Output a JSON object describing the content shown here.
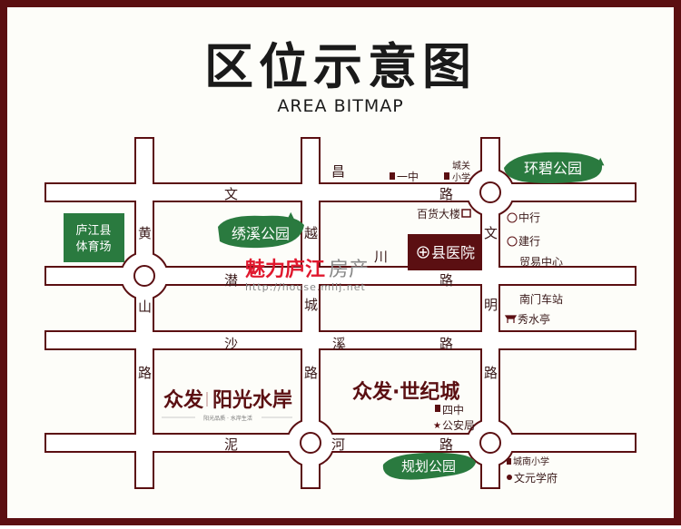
{
  "title": "区位示意图",
  "subtitle": "AREA BITMAP",
  "roads": {
    "wenchang": [
      "文",
      "昌",
      "路"
    ],
    "qianchuan": [
      "潜",
      "川",
      "路"
    ],
    "shaxi": [
      "沙",
      "溪",
      "路"
    ],
    "nihe": [
      "泥",
      "河",
      "路"
    ],
    "huangshan": [
      "黄",
      "山",
      "路"
    ],
    "yuecheng": [
      "越",
      "城",
      "路"
    ],
    "wenming": [
      "文",
      "明",
      "路"
    ]
  },
  "parks": {
    "huanbi": "环碧公园",
    "xiuxi": "绣溪公园",
    "guihua": "规划公园"
  },
  "stadium": [
    "庐江县",
    "体育场"
  ],
  "hospital": "县医院",
  "pois": {
    "yizhong": "一中",
    "chengguan": [
      "城关",
      "小学"
    ],
    "baihuo": "百货大楼",
    "zhonghang": "中行",
    "jianhang": "建行",
    "maoyi": "贸易中心",
    "nanmen": "南门车站",
    "xiushui": "秀水亭",
    "sizhong": "四中",
    "gongan": "公安局",
    "chengnan": "城南小学",
    "wenyuan": "文元学府"
  },
  "projects": {
    "yangguang_brand": "众发",
    "yangguang_name": "阳光水岸",
    "yangguang_slogan": "阳光品质 · 水岸生活",
    "shiji": "众发·世纪城"
  },
  "watermark": {
    "brand": "魅力庐江",
    "suffix": "房产",
    "url": "http://house.mllj.net"
  },
  "colors": {
    "maroon": "#5b0f12",
    "green": "#2a7a3f",
    "watermark_red": "#e0182e"
  }
}
